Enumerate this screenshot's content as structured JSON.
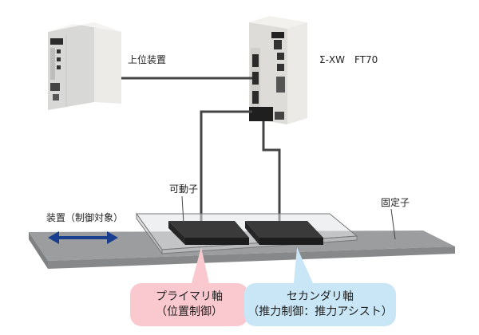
{
  "labels": {
    "host_device": "上位装置",
    "servo_model": "Σ-XW　FT70",
    "mover": "可動子",
    "stator": "固定子",
    "device": "装置（制御対象）"
  },
  "callouts": {
    "primary_line1": "プライマリ軸",
    "primary_line2": "（位置制御）",
    "secondary_line1": "セカンダリ軸",
    "secondary_line2": "（推力制御：推力アシスト）"
  },
  "colors": {
    "primary_callout": "#f9c9cf",
    "secondary_callout": "#c9e6f7",
    "arrow": "#1a3f8f",
    "cable": "#444444",
    "stator": "#9b9d9f"
  }
}
